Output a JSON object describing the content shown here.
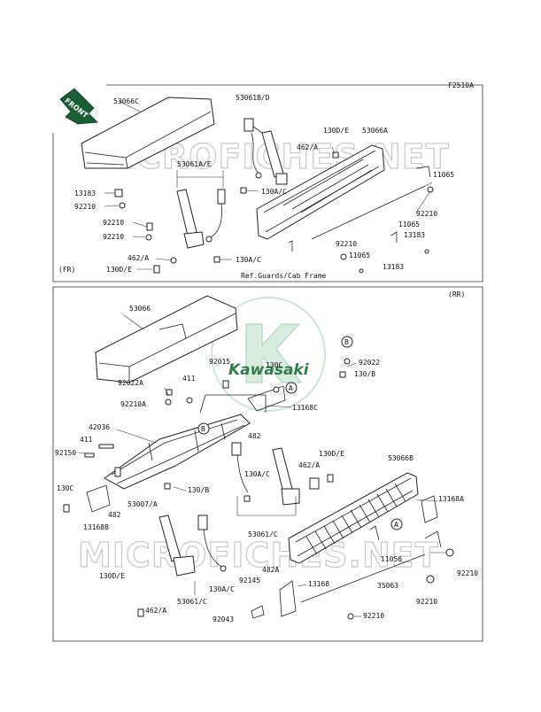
{
  "header": {
    "figure_code": "F2510A",
    "front_label": "FRONT",
    "front_arrow_color": "#1a5e38"
  },
  "watermark": {
    "text": "MICROFICHES.NET",
    "color": "#c8c8c8"
  },
  "logo": {
    "text": "Kawasaki",
    "color": "#2e7d4b"
  },
  "top_panel": {
    "side_label": "(FR)",
    "note": "Ref.Guards/Cab Frame",
    "parts": [
      "53066C",
      "53061B/D",
      "130D/E",
      "53066A",
      "462/A",
      "53061A/E",
      "11065",
      "13183",
      "92210",
      "130A/C",
      "92210",
      "92210",
      "11065",
      "13183",
      "92210",
      "92210",
      "462/A",
      "130A/C",
      "130D/E",
      "11065",
      "13183"
    ]
  },
  "bottom_panel": {
    "side_label": "(RR)",
    "parts": [
      "53066",
      "92022",
      "92015",
      "130C",
      "130/B",
      "92022A",
      "411",
      "92210A",
      "13168C",
      "42036",
      "482",
      "411",
      "130D/E",
      "92150",
      "53066B",
      "462/A",
      "130A/C",
      "130C",
      "53007/A",
      "130/B",
      "13168A",
      "482",
      "13168B",
      "53061/C",
      "11056",
      "92210",
      "482A",
      "130D/E",
      "92145",
      "13168",
      "35063",
      "130A/C",
      "92210",
      "462/A",
      "53061/C",
      "92043",
      "92210"
    ],
    "callouts": [
      "A",
      "B",
      "B",
      "A"
    ]
  }
}
